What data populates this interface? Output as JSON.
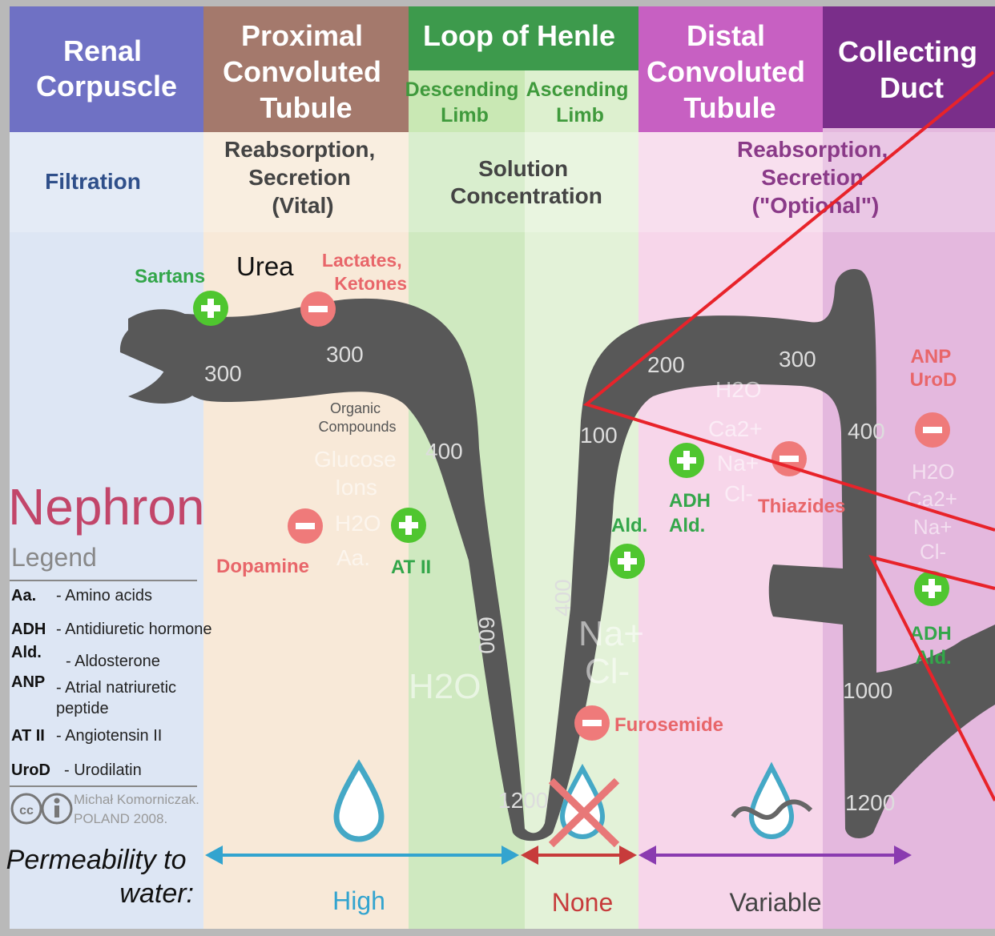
{
  "columns": {
    "renal_corpuscle": {
      "title_lines": [
        "Renal",
        "Corpuscle"
      ],
      "function": "Filtration"
    },
    "proximal": {
      "title_lines": [
        "Proximal",
        "Convoluted",
        "Tubule"
      ],
      "function_lines": [
        "Reabsorption,",
        "Secretion",
        "(Vital)"
      ]
    },
    "loop": {
      "title": "Loop of Henle",
      "descending_lines": [
        "Descending",
        "Limb"
      ],
      "ascending_lines": [
        "Ascending",
        "Limb"
      ],
      "function_lines": [
        "Solution",
        "Concentration"
      ]
    },
    "distal": {
      "title_lines": [
        "Distal",
        "Convoluted",
        "Tubule"
      ],
      "function_lines": [
        "Reabsorption,",
        "Secretion",
        "(\"Optional\")"
      ]
    },
    "collecting": {
      "title_lines": [
        "Collecting",
        "Duct"
      ]
    }
  },
  "osmolarity_labels": {
    "corpuscle": "300",
    "proximal": "300",
    "desc_upper": "400",
    "desc_lower": "600",
    "bottom": "1200",
    "asc_lower": "400",
    "asc_upper": "100",
    "distal_a": "200",
    "distal_b": "300",
    "duct_upper": "400",
    "duct_mid": "1000",
    "duct_bottom": "1200"
  },
  "substances": {
    "urea": "Urea",
    "lactates_lines": [
      "Lactates,",
      "Ketones"
    ],
    "organic_lines": [
      "Organic",
      "Compounds"
    ],
    "proximal_solutes": [
      "Glucose",
      "Ions",
      "H2O",
      "Aa."
    ],
    "loop_water": "H2O",
    "loop_salts": [
      "Na+",
      "Cl-"
    ],
    "distal_solutes": [
      "H2O",
      "Ca2+",
      "Na+",
      "Cl-"
    ],
    "duct_solutes": [
      "H2O",
      "Ca2+",
      "Na+",
      "Cl-"
    ]
  },
  "drugs": {
    "sartans": "Sartans",
    "dopamine": "Dopamine",
    "at2": "AT II",
    "ald_loop": "Ald.",
    "furosemide": "Furosemide",
    "adh_ald_distal_lines": [
      "ADH",
      "Ald."
    ],
    "thiazides": "Thiazides",
    "anp_urod_lines": [
      "ANP",
      "UroD"
    ],
    "adh_ald_duct_lines": [
      "ADH",
      "Ald."
    ]
  },
  "title": "Nephron",
  "legend": {
    "heading": "Legend",
    "items": [
      {
        "abbr": "Aa.",
        "desc": "- Amino acids"
      },
      {
        "abbr": "ADH",
        "desc": "- Antidiuretic hormone"
      },
      {
        "abbr": "Ald.",
        "desc": "- Aldosterone"
      },
      {
        "abbr": "ANP",
        "desc": "- Atrial natriuretic"
      },
      {
        "abbr": "",
        "desc": "peptide"
      },
      {
        "abbr": "AT II",
        "desc": "- Angiotensin II"
      },
      {
        "abbr": "UroD",
        "desc": "- Urodilatin"
      }
    ],
    "credit_lines": [
      "Michał Komorniczak.",
      "POLAND 2008."
    ]
  },
  "permeability": {
    "label_lines": [
      "Permeability to",
      "water:"
    ],
    "high": "High",
    "none": "None",
    "variable": "Variable"
  },
  "colors": {
    "renal_header": "#6f71c4",
    "proximal_header": "#a4796c",
    "loop_header": "#3d9a4c",
    "distal_header": "#c760c2",
    "collecting_header": "#7a2e8a",
    "tubule": "#585858",
    "plus": "#4fc62f",
    "minus": "#ef7a7a",
    "annotation_red": "#e8232a"
  }
}
